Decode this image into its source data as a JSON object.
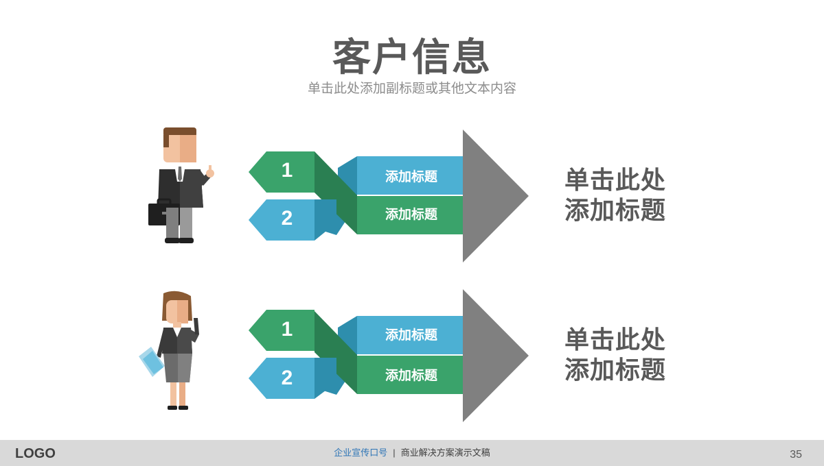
{
  "header": {
    "title": "客户信息",
    "subtitle": "单击此处添加副标题或其他文本内容"
  },
  "rows": [
    {
      "person": "businessman-icon",
      "items": [
        {
          "number": "1",
          "label": "添加标题"
        },
        {
          "number": "2",
          "label": "添加标题"
        }
      ],
      "side_text": [
        "单击此处",
        "添加标题"
      ]
    },
    {
      "person": "businesswoman-icon",
      "items": [
        {
          "number": "1",
          "label": "添加标题"
        },
        {
          "number": "2",
          "label": "添加标题"
        }
      ],
      "side_text": [
        "单击此处",
        "添加标题"
      ]
    }
  ],
  "footer": {
    "logo": "LOGO",
    "slogan": "企业宣传口号",
    "separator": "|",
    "tagline": "商业解决方案演示文稿",
    "page_number": "35"
  },
  "colors": {
    "green": "#3aa36b",
    "green_dark": "#2a7f52",
    "blue": "#4cb0d3",
    "blue_dark": "#2e8ead",
    "arrow_gray": "#808080",
    "text_gray": "#595959"
  }
}
